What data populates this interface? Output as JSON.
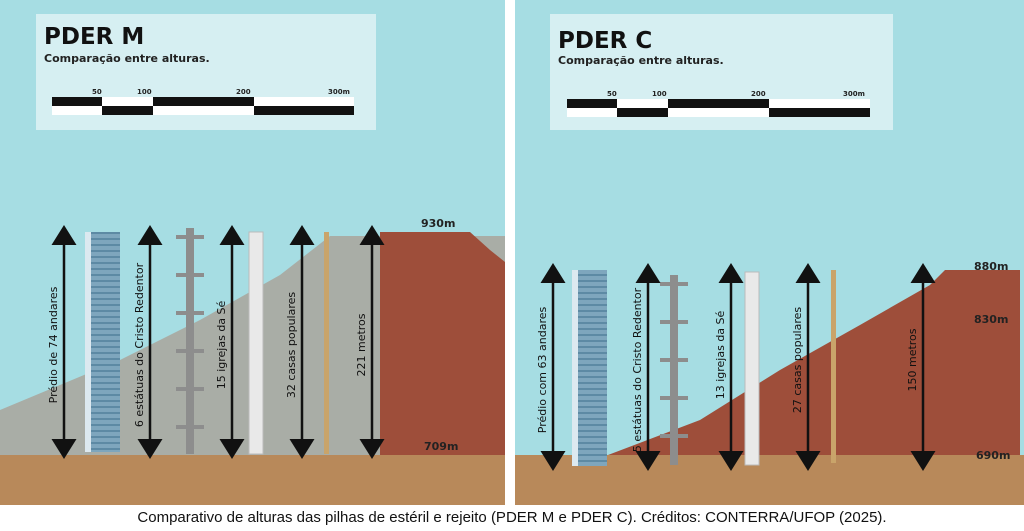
{
  "panels": [
    {
      "title": "PDER M",
      "subtitle": "Comparação entre alturas.",
      "scale_ticks": [
        "50",
        "100",
        "200",
        "300m"
      ],
      "measures": [
        "Prédio de 74 andares",
        "6 estátuas do Cristo Redentor",
        "15 igrejas da Sé",
        "32 casas populares",
        "221 metros"
      ],
      "altitudes": [
        "930m",
        "709m"
      ]
    },
    {
      "title": "PDER C",
      "subtitle": "Comparação entre alturas.",
      "scale_ticks": [
        "50",
        "100",
        "200",
        "300m"
      ],
      "measures": [
        "Prédio com 63 andares",
        "5 estátuas do Cristo Redentor",
        "13 igrejas da Sé",
        "27 casas populares",
        "150 metros"
      ],
      "altitudes": [
        "880m",
        "830m",
        "690m"
      ]
    }
  ],
  "caption": "Comparativo de alturas das pilhas de estéril e rejeito (PDER M e PDER C).  Créditos: CONTERRA/UFOP (2025).",
  "colors": {
    "sky": "#a6dde3",
    "ground": "#b8895a",
    "pile_red": "#9e4e3a",
    "pile_grey": "#a9ada6"
  }
}
